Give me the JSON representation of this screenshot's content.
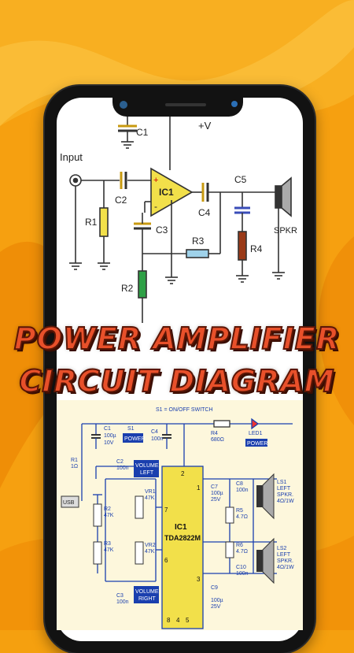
{
  "title": {
    "line1": "POWER AMPLIFIER",
    "line2": "CIRCUIT DIAGRAM"
  },
  "top_diagram": {
    "input": "Input",
    "vplus": "+V",
    "c1": "C1",
    "c2": "C2",
    "c3": "C3",
    "c4": "C4",
    "c5": "C5",
    "ic1": "IC1",
    "r1": "R1",
    "r2": "R2",
    "r3": "R3",
    "r4": "R4",
    "spkr": "SPKR",
    "plus": "+",
    "minus": "-"
  },
  "bottom_diagram": {
    "switch_caption": "S1 = ON/OFF SWITCH",
    "s1": "S1",
    "power": "POWER",
    "c1": "C1",
    "c1_val1": "100µ",
    "c1_val2": "10V",
    "c4": "C4",
    "c4_val": "100n",
    "r4": "R4",
    "r4_val": "680Ω",
    "led1": "LED1",
    "led_power": "POWER",
    "r1": "R1",
    "r1_val": "1Ω",
    "c2": "C2",
    "c2_val": "100n",
    "vol_left_1": "VOLUME",
    "vol_left_2": "LEFT",
    "vol_right_1": "VOLUME",
    "vol_right_2": "RIGHT",
    "vr1": "VR1",
    "vr1_val": "47K",
    "vr2": "VR2",
    "vr2_val": "47K",
    "r2": "R2",
    "r2_val": "47K",
    "r3": "R3",
    "r3_val": "47K",
    "c3": "C3",
    "c3_val": "100n",
    "usb": "USB",
    "ic1": "IC1",
    "ic1_part": "TDA2822M",
    "pin2": "2",
    "pin1": "1",
    "pin7": "7",
    "pin6": "6",
    "pin3": "3",
    "pin8": "8",
    "pin4": "4",
    "pin5": "5",
    "c7": "C7",
    "c7_val1": "100µ",
    "c7_val2": "25V",
    "c8": "C8",
    "c8_val": "100n",
    "r5": "R5",
    "r5_val": "4.7Ω",
    "r6": "R6",
    "r6_val": "4.7Ω",
    "c10": "C10",
    "c10_val": "100n",
    "c9": "C9",
    "c9_val1": "100µ",
    "c9_val2": "25V",
    "ls1_1": "LS1",
    "ls1_2": "LEFT",
    "ls1_3": "SPKR.",
    "ls1_4": "4Ω/1W",
    "ls2_1": "LS2",
    "ls2_2": "LEFT",
    "ls2_3": "SPKR.",
    "ls2_4": "4Ω/1W"
  },
  "colors": {
    "background": "#f5a00f",
    "title_fill": "#e8502a",
    "title_outline": "#5b1606",
    "phone": "#121212"
  },
  "icons": {
    "camera": "camera-icon"
  }
}
